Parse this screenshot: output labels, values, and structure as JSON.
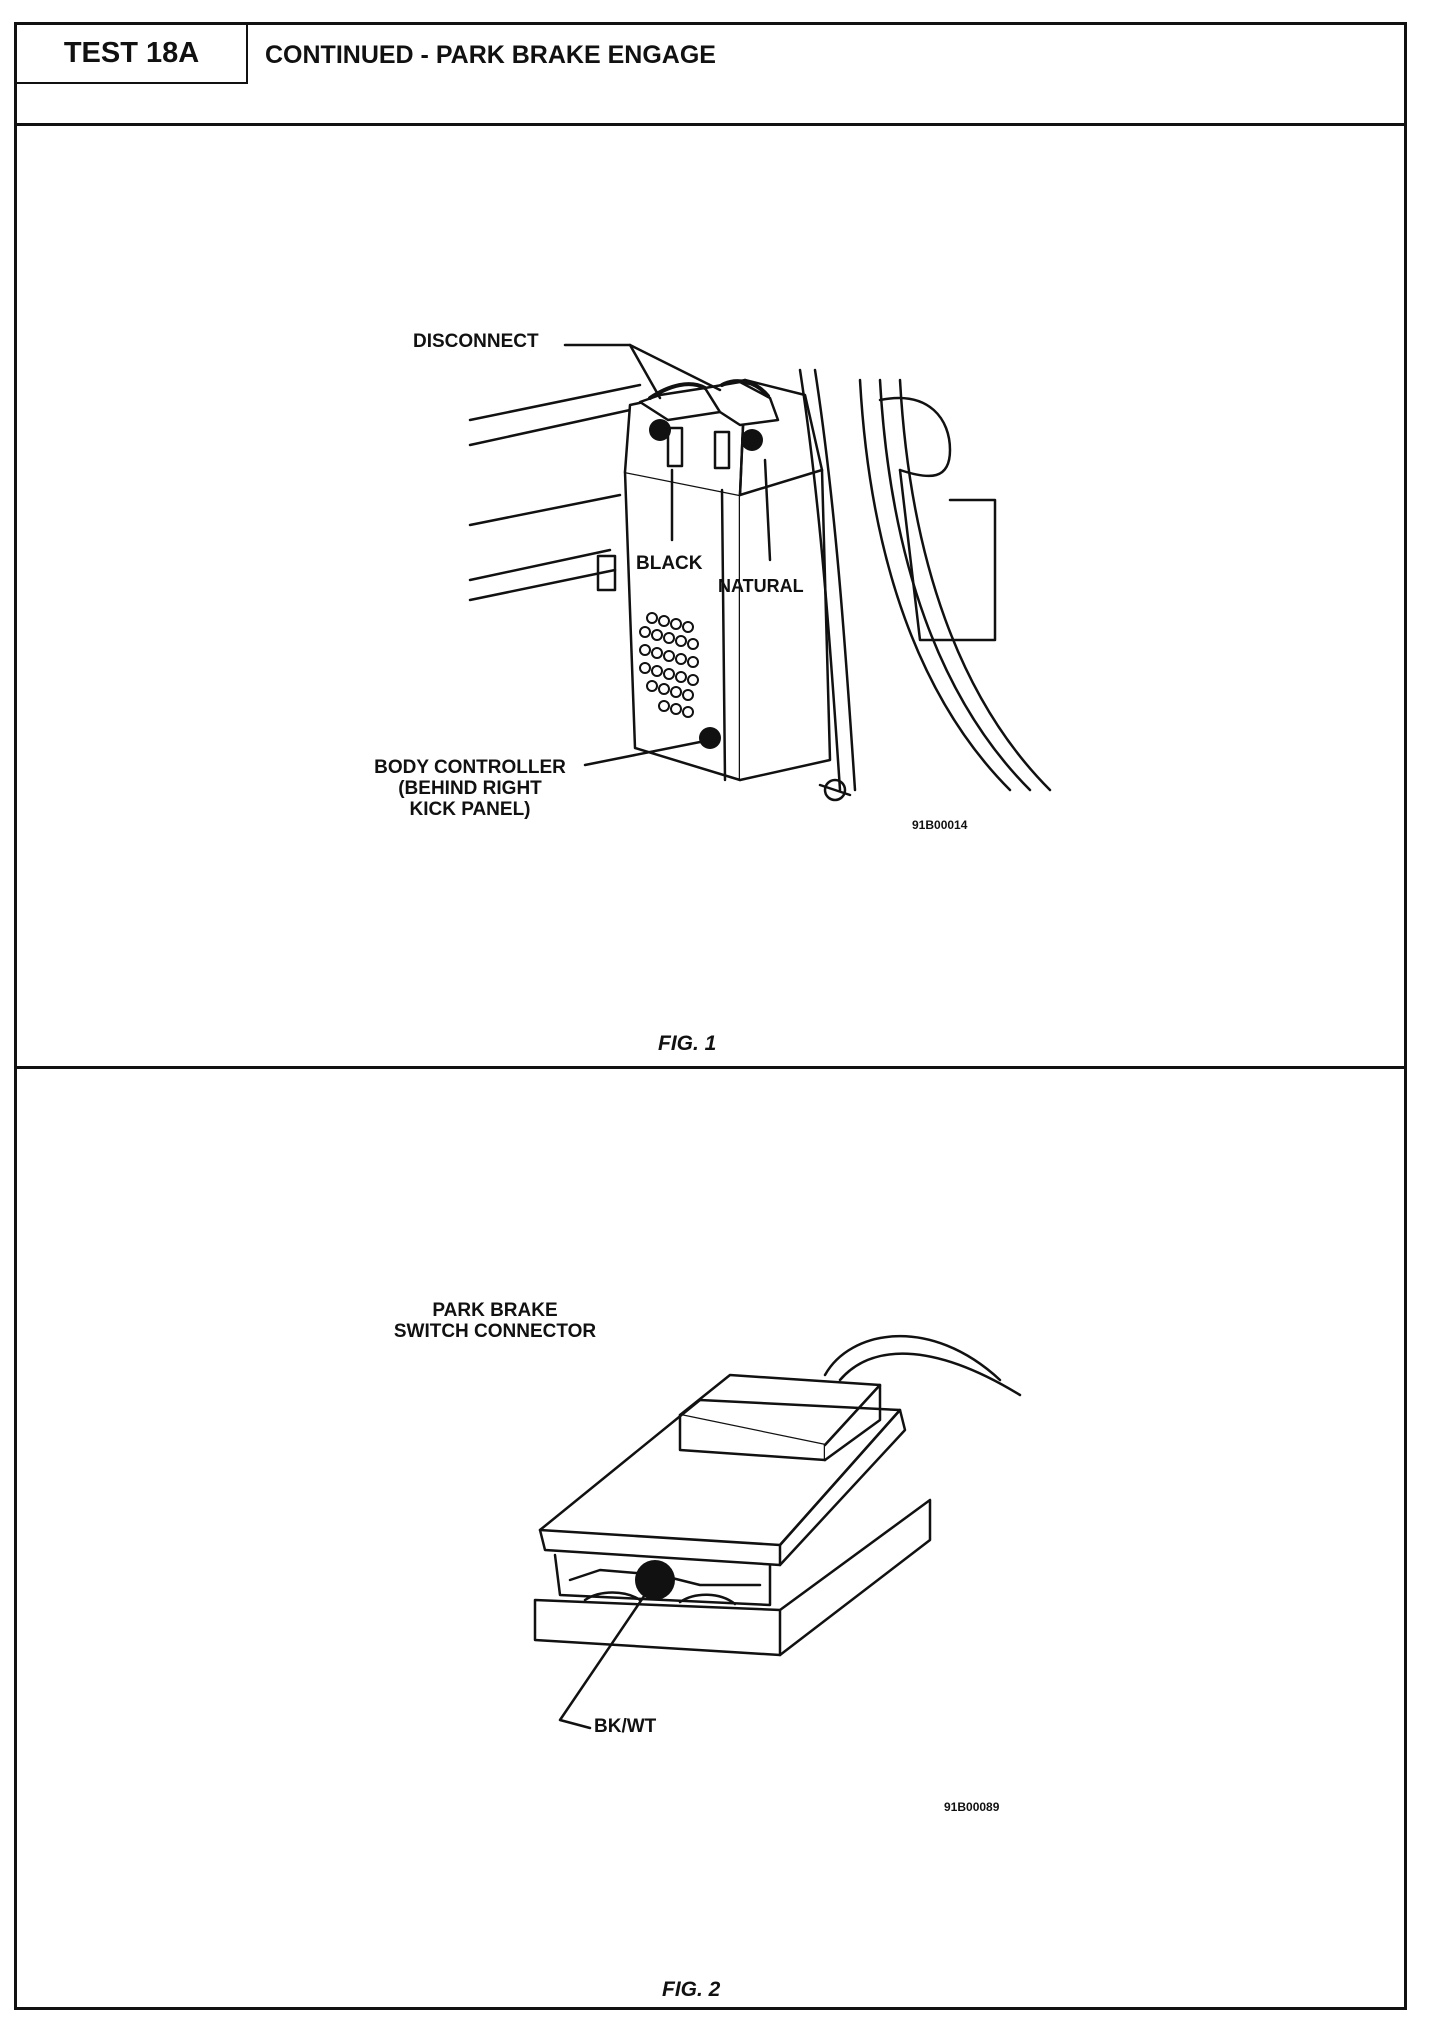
{
  "header": {
    "test_label": "TEST 18A",
    "title": "CONTINUED - PARK BRAKE ENGAGE"
  },
  "fig1": {
    "labels": {
      "disconnect": "DISCONNECT",
      "black": "BLACK",
      "natural": "NATURAL",
      "body_controller": "BODY CONTROLLER",
      "behind_right": "(BEHIND RIGHT",
      "kick_panel": "KICK PANEL)"
    },
    "code": "91B00014",
    "caption": "FIG. 1"
  },
  "fig2": {
    "labels": {
      "park_brake": "PARK BRAKE",
      "switch_connector": "SWITCH CONNECTOR",
      "bkwt": "BK/WT"
    },
    "code": "91B00089",
    "caption": "FIG. 2"
  }
}
